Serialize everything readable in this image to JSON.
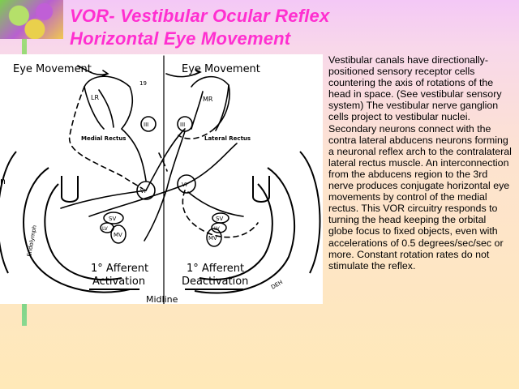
{
  "title": {
    "line1": "VOR- Vestibular Ocular Reflex",
    "line2": "Horizontal  Eye Movement"
  },
  "diagram": {
    "labels": {
      "eye_movement_left": "Eye Movement",
      "eye_movement_right": "Eye Movement",
      "lr": "LR",
      "mr": "MR",
      "iii_left": "III",
      "iii_right": "III",
      "medial_rectus": "Medial Rectus",
      "lateral_rectus": "Lateral Rectus",
      "vi_left": "VI",
      "vi_right": "VI",
      "sv_left": "SV",
      "lv_left": "LV",
      "mv_left": "MV",
      "sv_right": "SV",
      "lv_right": "LV",
      "mv_right": "MV",
      "endolymph": "Endolymph",
      "afferent_activation_1": "1° Afferent",
      "afferent_activation_2": "Activation",
      "afferent_deactivation_1": "1° Afferent",
      "afferent_deactivation_2": "Deactivation",
      "midline": "Midline",
      "signature": "DEH",
      "small_mark": "19",
      "edge_letter": "n"
    }
  },
  "description": "Vestibular canals have directionally-positioned sensory receptor cells countering the axis of rotations of the head in space.  (See vestibular sensory system) The vestibular nerve  ganglion cells project to vestibular nuclei.  Secondary neurons connect with the contra lateral abducens neurons forming a neuronal reflex arch to the contralateral lateral rectus muscle.  An interconnection from the abducens region to the 3rd nerve produces conjugate horizontal eye movements by control of the medial rectus. This VOR circuitry responds to turning the head keeping the orbital globe focus to fixed objects, even with accelerations of 0.5 degrees/sec/sec or more.  Constant rotation rates do not stimulate the reflex."
}
